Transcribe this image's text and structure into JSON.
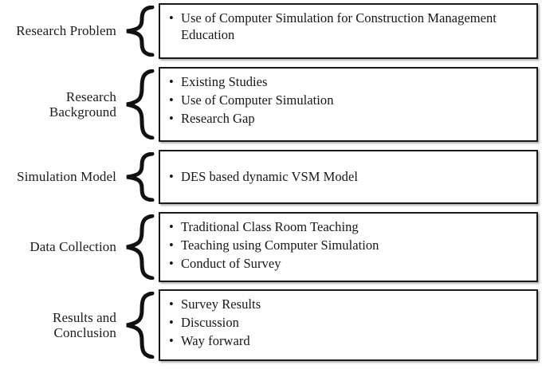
{
  "diagram": {
    "type": "research-methodology-flow",
    "rows": [
      {
        "label": "Research Problem",
        "items": [
          "Use of Computer Simulation  for Construction Management Education"
        ]
      },
      {
        "label": "Research\nBackground",
        "items": [
          "Existing Studies",
          "Use of Computer Simulation",
          "Research Gap"
        ]
      },
      {
        "label": "Simulation Model",
        "items": [
          "DES based dynamic VSM Model"
        ]
      },
      {
        "label": "Data Collection",
        "items": [
          "Traditional  Class Room Teaching",
          "Teaching using Computer Simulation",
          "Conduct of Survey"
        ]
      },
      {
        "label": "Results and\nConclusion",
        "items": [
          "Survey Results",
          "Discussion",
          "Way forward"
        ]
      }
    ],
    "bullet_glyph": "•",
    "colors": {
      "box_border": "#1a1a1a",
      "text": "#161616",
      "background": "#ffffff",
      "brace": "#111111"
    }
  }
}
